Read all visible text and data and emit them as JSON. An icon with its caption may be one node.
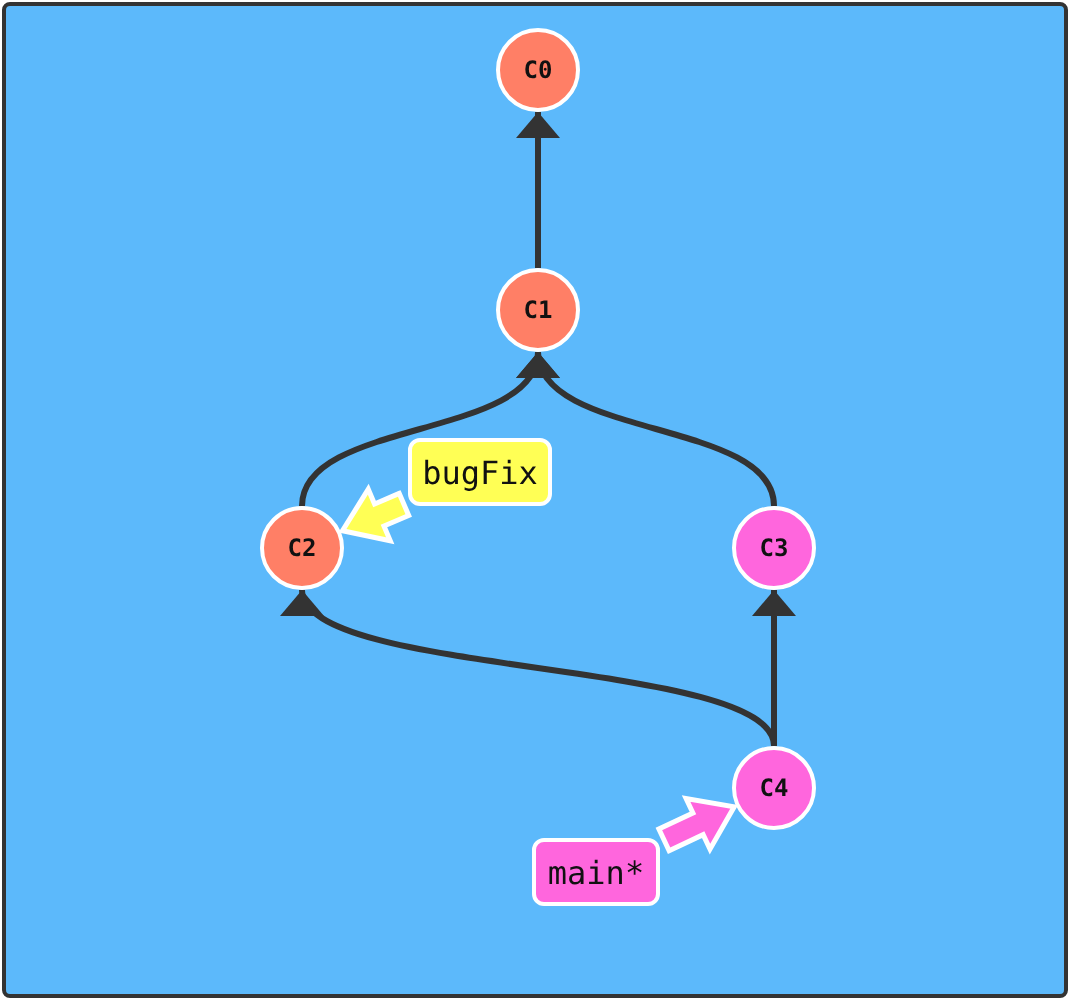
{
  "diagram": {
    "nodes": [
      {
        "text": [
          "C0"
        ]
      },
      {
        "text": [
          "C1"
        ]
      },
      {
        "text": [
          "C2"
        ]
      },
      {
        "text": [
          "C3"
        ]
      },
      {
        "text": [
          "C4"
        ]
      },
      {
        "text": [
          "bugFix"
        ]
      },
      {
        "text": [
          "main*"
        ]
      }
    ],
    "edges": [
      {
        "from": 1,
        "to": 0,
        "arrow": "to"
      },
      {
        "from": 2,
        "to": 1,
        "arrow": "to"
      },
      {
        "from": 3,
        "to": 1,
        "arrow": "to"
      },
      {
        "from": 4,
        "to": 2,
        "arrow": "to"
      },
      {
        "from": 4,
        "to": 3,
        "arrow": "to"
      },
      {
        "from": 5,
        "to": 2,
        "arrow": "to",
        "style": "thick",
        "color": "#ffff55"
      },
      {
        "from": 6,
        "to": 4,
        "arrow": "to",
        "style": "thick",
        "color": "#ff66dd"
      }
    ]
  }
}
